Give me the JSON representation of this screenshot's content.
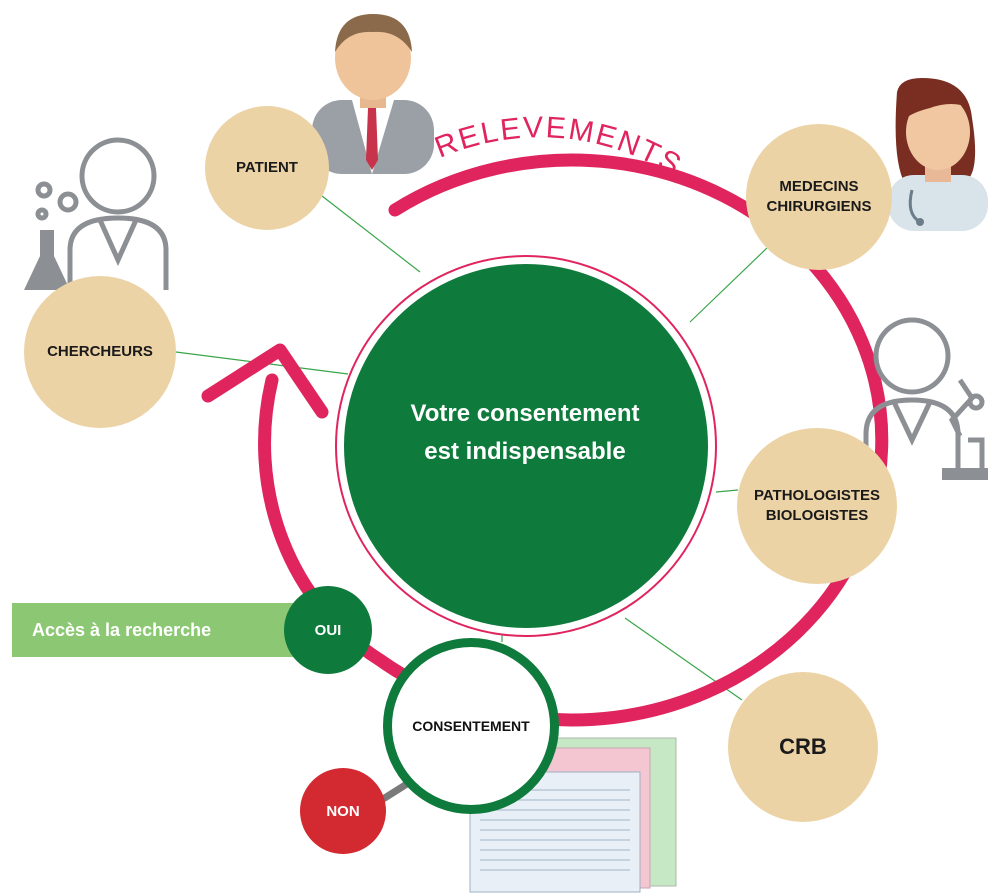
{
  "title": "PRELEVEMENTS",
  "center": {
    "line1": "Votre consentement",
    "line2": "est indispensable"
  },
  "nodes": {
    "patient": "PATIENT",
    "medecins_line1": "MEDECINS",
    "medecins_line2": "CHIRURGIENS",
    "chercheurs": "CHERCHEURS",
    "pathologistes_line1": "PATHOLOGISTES",
    "pathologistes_line2": "BIOLOGISTES",
    "crb": "CRB",
    "consentement": "CONSENTEMENT"
  },
  "decision": {
    "oui": "OUI",
    "non": "NON",
    "acces": "Accès à la recherche"
  },
  "colors": {
    "cycle_arrow": "#e0245e",
    "center_fill": "#0e7a3b",
    "node_fill": "#ecd3a6",
    "oui": "#0e7a3b",
    "non": "#d32a31",
    "acces_bar": "#8cc873",
    "connector": "#3aa54a"
  },
  "icons": [
    "patient-avatar-icon",
    "doctor-avatar-icon",
    "researcher-icon",
    "pathologist-icon",
    "consent-form-document-icon"
  ]
}
